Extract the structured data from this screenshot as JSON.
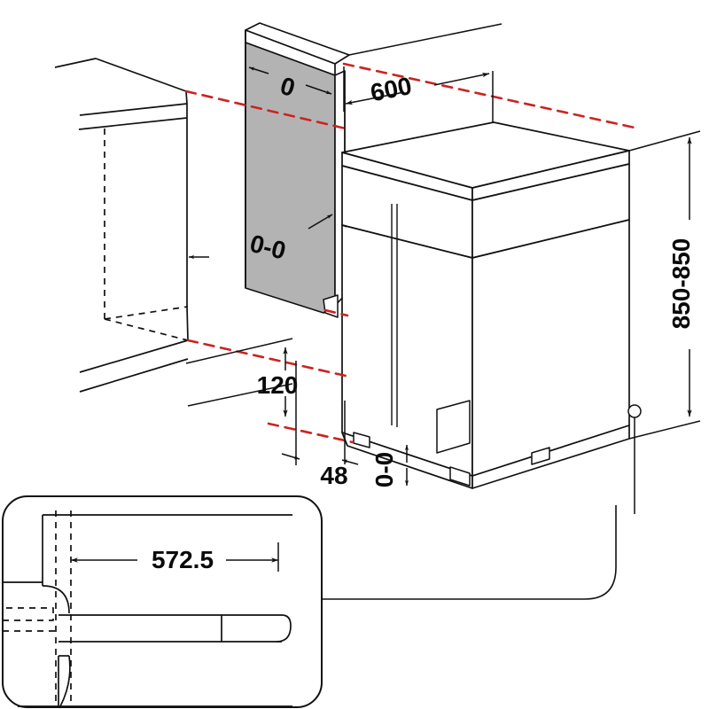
{
  "drawing": {
    "title": "Dishwasher installation dimension drawing",
    "type": "isometric-technical-drawing",
    "units": "mm",
    "background_color": "#ffffff",
    "line_color": "#111111",
    "panel_fill_color": "#b3b3b3",
    "alignment_line_color": "#cc2222"
  },
  "dimensions": {
    "width_top": {
      "label": "600",
      "name": "niche-width"
    },
    "height_right": {
      "label": "850-850",
      "name": "appliance-height"
    },
    "plinth_height": {
      "label": "120",
      "name": "plinth-height"
    },
    "foot_offset": {
      "label": "48",
      "name": "foot-offset"
    },
    "detail_width": {
      "label": "572.5",
      "name": "door-panel-width"
    },
    "panel_thickness_top": {
      "label": "0",
      "name": "panel-thickness-top"
    },
    "panel_section": {
      "label": "0-0",
      "name": "panel-section-marker"
    },
    "base_gap": {
      "label": "0-0",
      "name": "base-gap-marker"
    }
  },
  "components": {
    "cabinet": "kitchen-cabinet-outline",
    "side_panel": "grey-side-panel",
    "appliance": "dishwasher-body",
    "detail_inset": "door-detail-view",
    "alignment_lines": "red-dashed-alignment-lines"
  }
}
